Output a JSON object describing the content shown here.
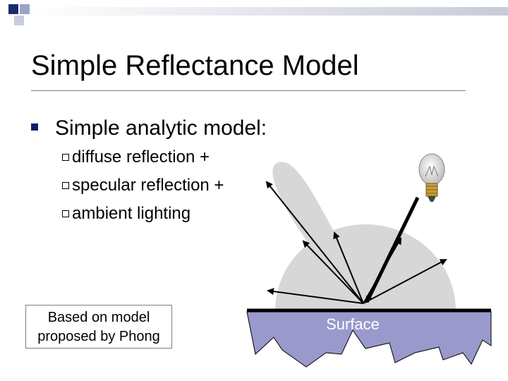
{
  "slide": {
    "title": "Simple Reflectance Model",
    "bullet": "Simple analytic model:",
    "sub_bullets": [
      "diffuse reflection +",
      "specular reflection +",
      "ambient lighting"
    ],
    "note": [
      "Based on model",
      "proposed by Phong"
    ],
    "surface_label": "Surface"
  },
  "colors": {
    "title_bar_start": "#ffffff",
    "title_bar_end": "#1c2a6e",
    "bullet_mark": "#0a1f6b",
    "lobe_fill": "#d7d7d7",
    "surface_fill": "#9999cc",
    "surface_line": "#000000"
  },
  "icons": [
    "lightbulb-icon"
  ]
}
